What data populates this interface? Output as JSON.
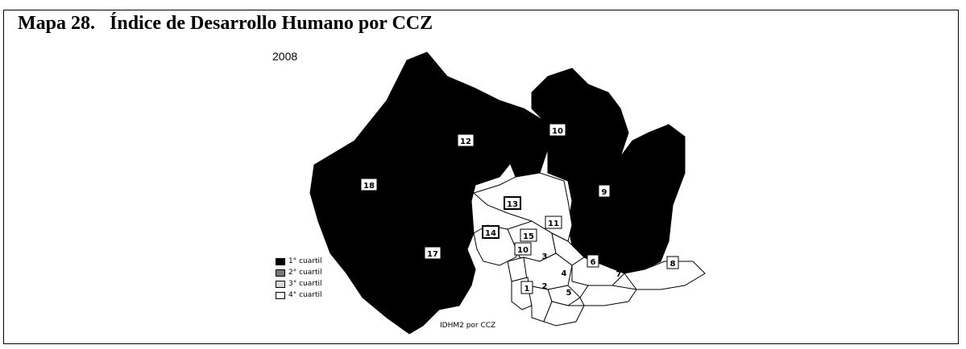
{
  "title": "Mapa 28.   Índice de Desarrollo Humano por CCZ",
  "year": "2008",
  "legend": [
    {
      "label": "1° cuartil",
      "color": "#000000"
    },
    {
      "label": "2° cuartil",
      "color": "#777777"
    },
    {
      "label": "3° cuartil",
      "color": "#d8d8d8"
    },
    {
      "label": "4° cuartil",
      "color": "#ffffff"
    }
  ],
  "zones": [
    {
      "id": "18",
      "label": "18"
    },
    {
      "id": "12",
      "label": "12"
    },
    {
      "id": "10n",
      "label": "10"
    },
    {
      "id": "9",
      "label": "9"
    },
    {
      "id": "17",
      "label": "17"
    },
    {
      "id": "13",
      "label": "13"
    },
    {
      "id": "11",
      "label": "11"
    },
    {
      "id": "14",
      "label": "14"
    },
    {
      "id": "15",
      "label": "15"
    },
    {
      "id": "10s",
      "label": "10"
    },
    {
      "id": "3",
      "label": "3"
    },
    {
      "id": "6",
      "label": "6"
    },
    {
      "id": "8",
      "label": "8"
    },
    {
      "id": "4",
      "label": "4"
    },
    {
      "id": "7",
      "label": "7"
    },
    {
      "id": "1",
      "label": "1"
    },
    {
      "id": "2",
      "label": "2"
    },
    {
      "id": "5",
      "label": "5"
    }
  ],
  "caption": "IDHM2 por CCZ"
}
